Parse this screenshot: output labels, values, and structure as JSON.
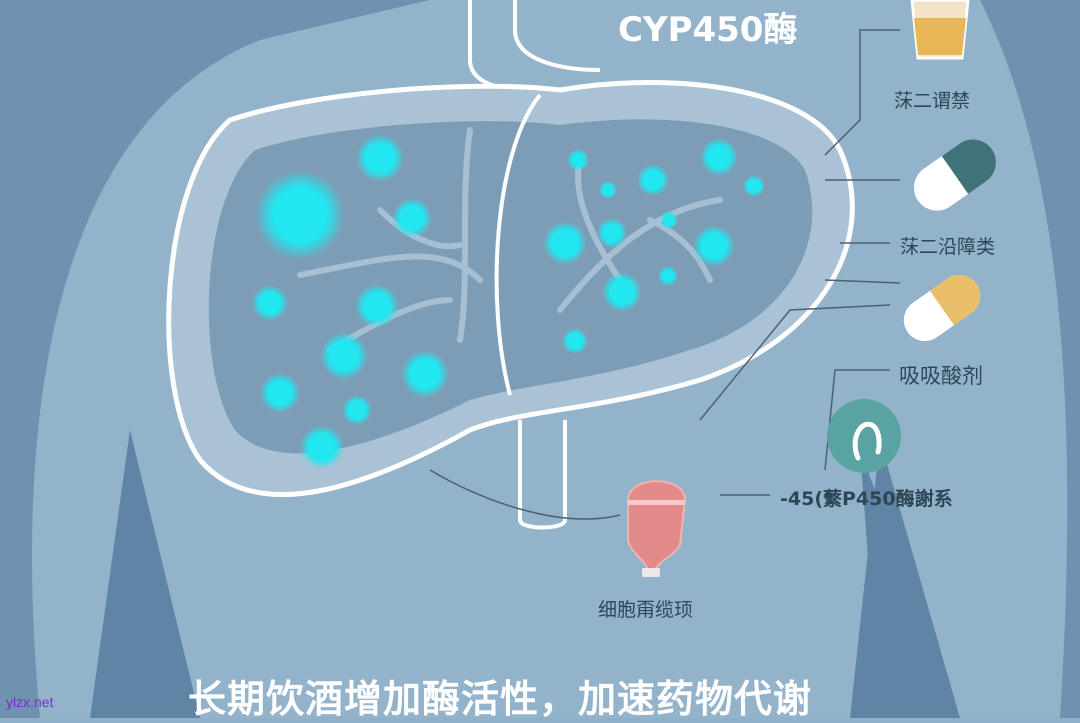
{
  "title": "CYP450酶",
  "labels": {
    "drug1": "莯二谓禁",
    "drug2": "莯二沿障类",
    "drug3": "吸吸酸剂",
    "enzyme_system": "-45(蘩P450酶謝系",
    "cell": "细胞甭缆顼"
  },
  "caption": "长期饮酒增加酶活性，加速药物代谢",
  "watermark": "ylzx.net",
  "colors": {
    "background": "#8fb0c9",
    "liver_inner": "#7d9db6",
    "enzyme_dots": "#22e6f0",
    "capsule_teal": "#3f7379",
    "capsule_yellow": "#e9bf6a",
    "glass_drink": "#e8b657",
    "round_icon": "#5aa3a3",
    "flask": "#e38a8a"
  }
}
